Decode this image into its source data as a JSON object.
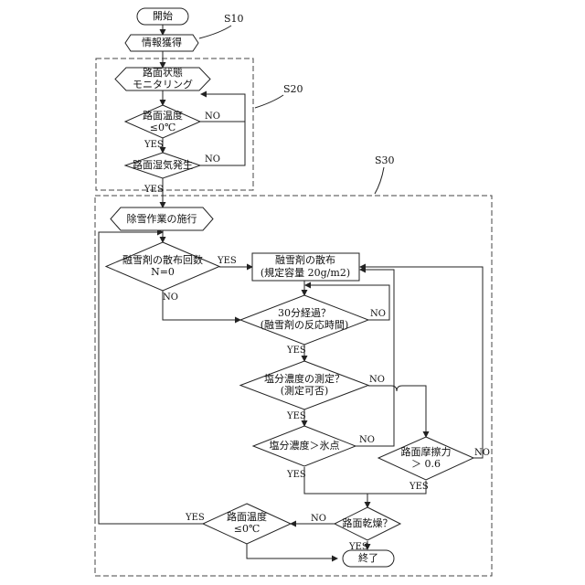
{
  "nodes": {
    "start": "開始",
    "info": "情報獲得",
    "monitor_l1": "路面状態",
    "monitor_l2": "モニタリング",
    "temp_l1": "路面温度",
    "temp_l2": "≤0℃",
    "wet": "路面湿気発生",
    "snow_work": "除雪作業の施行",
    "count_l1": "融雪剤の散布回数",
    "count_l2": "N=0",
    "spread_l1": "融雪剤の散布",
    "spread_l2": "(規定容量 20g/m2)",
    "wait_l1": "30分経過？",
    "wait_l2": "(融雪剤の反応時間)",
    "measure_l1": "塩分濃度の測定？",
    "measure_l2": "(測定可否)",
    "salt": "塩分濃度＞氷点",
    "friction_l1": "路面摩擦力",
    "friction_l2": "＞ 0.6",
    "dry": "路面乾燥？",
    "temp2_l1": "路面温度",
    "temp2_l2": "≤0℃",
    "end": "終了"
  },
  "labels": {
    "yes": "YES",
    "no": "NO"
  },
  "steps": {
    "s10": "S10",
    "s20": "S20",
    "s30": "S30"
  }
}
